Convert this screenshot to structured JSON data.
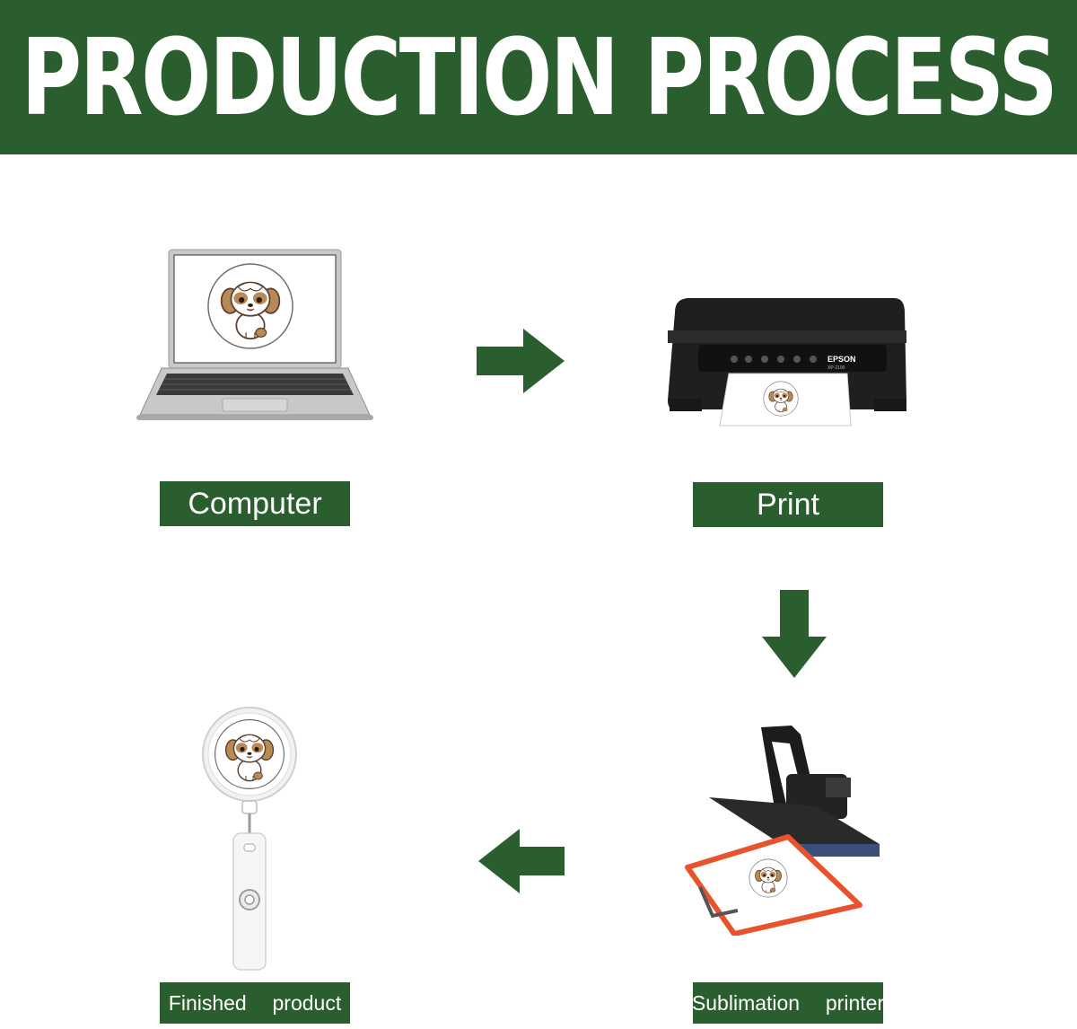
{
  "header": {
    "title": "PRODUCTION PROCESS"
  },
  "steps": {
    "computer": {
      "label": "Computer",
      "icon": "laptop-icon"
    },
    "print": {
      "label": "Print",
      "icon": "printer-icon",
      "printer_brand": "EPSON",
      "printer_model": "XP-2100"
    },
    "sublimation": {
      "label": "Sublimation  printer",
      "icon": "heat-press-icon"
    },
    "finished": {
      "label": "Finished  product",
      "icon": "badge-reel-icon"
    }
  },
  "colors": {
    "brand_green": "#2b5e2f",
    "dog_brown": "#b98a55",
    "press_orange": "#e8522d"
  }
}
